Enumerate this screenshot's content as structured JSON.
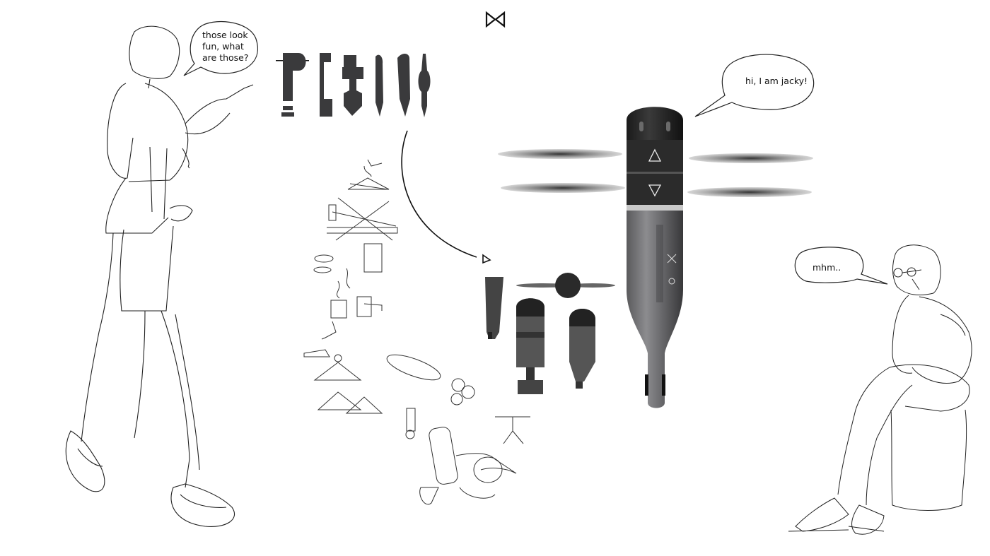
{
  "dialogue": {
    "woman_left": "those look fun, what are those?",
    "product": "hi, I am jacky!",
    "woman_right": "mhm.."
  },
  "product_print": {
    "arrow_up": "▲",
    "arrow_down": "▼"
  },
  "icons": {
    "logo": "bowtie-logo-icon"
  }
}
